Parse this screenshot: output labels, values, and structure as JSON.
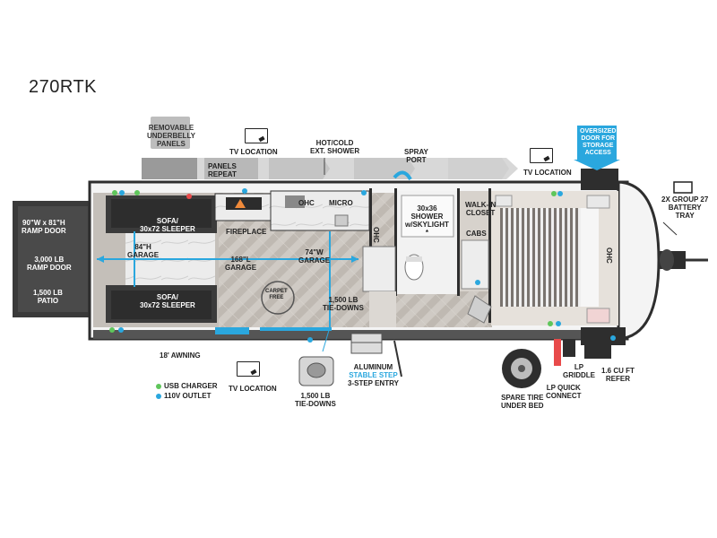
{
  "model": "270RTK",
  "labels": {
    "removable_underbelly": [
      "REMOVABLE",
      "UNDERBELLY",
      "PANELS"
    ],
    "panels_repeat": [
      "PANELS",
      "REPEAT"
    ],
    "tv_location_top": "TV LOCATION",
    "hot_cold_shower": [
      "HOT/COLD",
      "EXT. SHOWER"
    ],
    "spray_port": [
      "SPRAY",
      "PORT"
    ],
    "tv_location_right": "TV LOCATION",
    "oversized_door": [
      "OVERSIZED",
      "DOOR FOR",
      "STORAGE",
      "ACCESS"
    ],
    "battery_tray": [
      "2X GROUP 27",
      "BATTERY",
      "TRAY"
    ],
    "ramp_door_size": [
      "90\"W x 81\"H",
      "RAMP DOOR"
    ],
    "ramp_door_lb": [
      "3,000 LB",
      "RAMP DOOR"
    ],
    "patio": [
      "1,500 LB",
      "PATIO"
    ],
    "sofa_top": [
      "SOFA/",
      "30x72 SLEEPER"
    ],
    "sofa_bottom": [
      "SOFA/",
      "30x72 SLEEPER"
    ],
    "garage_height": [
      "84\"H",
      "GARAGE"
    ],
    "garage_length": [
      "168\"L",
      "GARAGE"
    ],
    "garage_width": [
      "74\"W",
      "GARAGE"
    ],
    "fireplace": "FIREPLACE",
    "ohc_kitchen": "OHC",
    "micro": "MICRO",
    "ohc_bath": "OHC",
    "shower": [
      "30x36",
      "SHOWER",
      "w/SKYLIGHT",
      "*"
    ],
    "walk_in_closet": [
      "WALK-IN",
      "CLOSET"
    ],
    "cabs": "CABS",
    "ohc_bed": "OHC",
    "tie_downs_floor": [
      "1,500 LB",
      "TIE-DOWNS"
    ],
    "carpet_free": [
      "CARPET",
      "FREE"
    ],
    "awning": "18' AWNING",
    "usb_charger": "USB CHARGER",
    "outlet_110v": "110V OUTLET",
    "tv_location_bottom": "TV LOCATION",
    "tie_downs_bottom": [
      "1,500 LB",
      "TIE-DOWNS"
    ],
    "stable_step": [
      "ALUMINUM",
      "STABLE STEP",
      "3-STEP ENTRY"
    ],
    "spare_tire": [
      "SPARE TIRE",
      "UNDER BED"
    ],
    "lp_griddle": [
      "LP",
      "GRIDDLE"
    ],
    "lp_quick_connect": [
      "LP QUICK",
      "CONNECT"
    ],
    "refer": [
      "1.6 CU FT",
      "REFER"
    ]
  },
  "colors": {
    "floor": "#cdc8c2",
    "wall": "#2e2e2e",
    "accent_blue": "#2aa7de",
    "usb_green": "#5fc65b",
    "outlet_blue": "#2aa7de",
    "marble": "#e9e9e9",
    "bed_stripe": "#6e6a66"
  },
  "icons": [
    "tv-icon",
    "shower-head-icon",
    "spray-port-icon",
    "battery-icon",
    "tie-down-plate-icon",
    "step-icon",
    "tire-icon",
    "arrow-down-icon"
  ]
}
